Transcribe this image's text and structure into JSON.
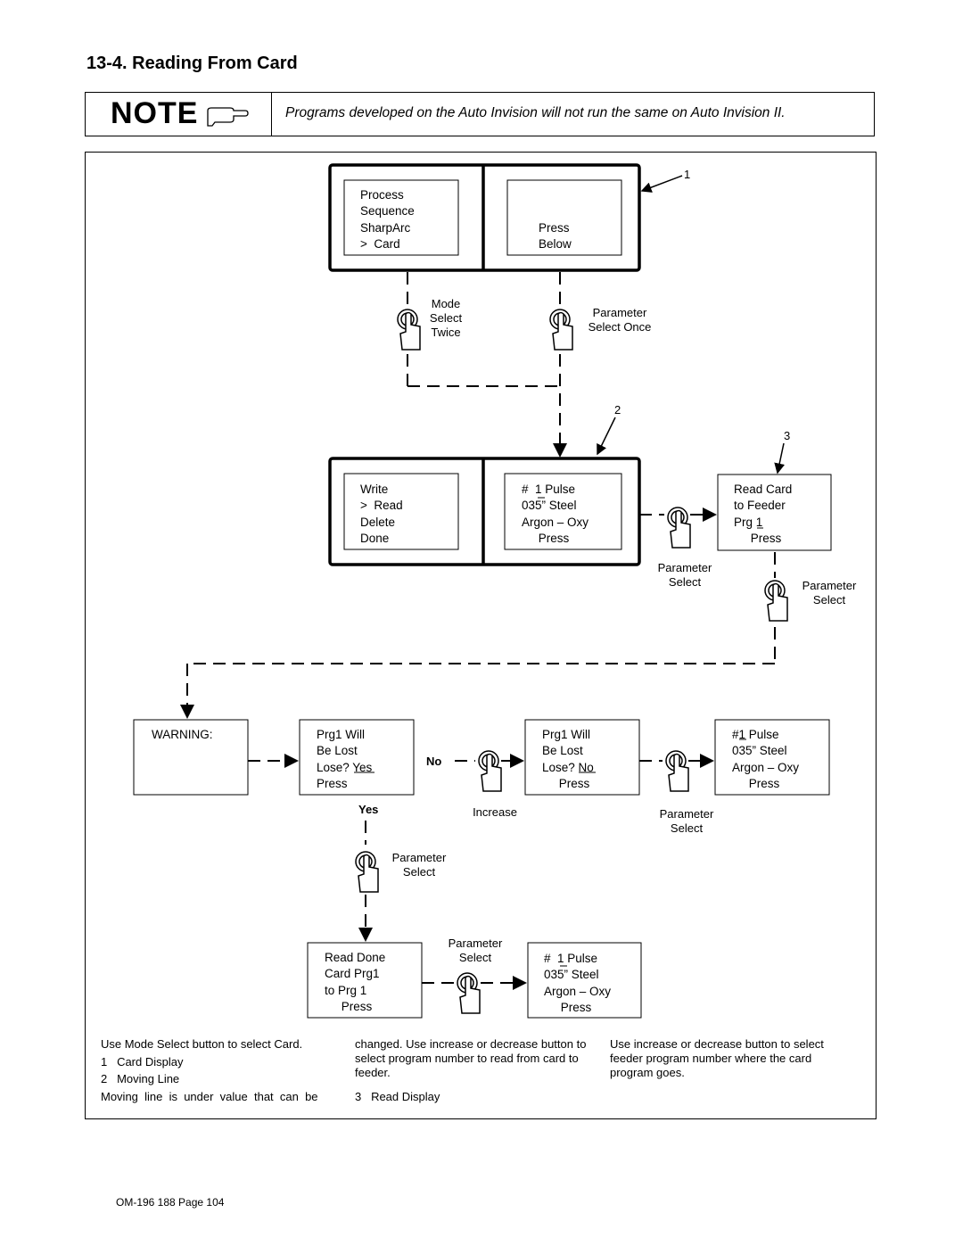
{
  "section_title": "13-4. Reading From Card",
  "note": {
    "label": "NOTE",
    "icon": "pointing-hand-icon",
    "text": "Programs developed on the Auto Invision will not run the same on Auto Invision II."
  },
  "callouts": {
    "c1": "1",
    "c2": "2",
    "c3": "3"
  },
  "screens": {
    "s1_left": "Process\nSequence\nSharpArc\n>  Card",
    "s1_right": "\n\nPress\nBelow",
    "s2_left": "Write\n>  Read\nDelete\nDone",
    "s2_right": "#  1 Pulse\n035” Steel\nArgon – Oxy\n     Press",
    "s3": "Read Card\nto Feeder\nPrg 1\n     Press",
    "s4": "WARNING:",
    "s5": "Prg1 Will\nBe Lost\nLose? Yes\nPress",
    "s6": "Prg1 Will\nBe Lost\nLose? No\n     Press",
    "s7": "#1 Pulse\n035” Steel\nArgon – Oxy\n     Press",
    "s8": "Read Done\nCard Prg1\nto Prg 1\n     Press",
    "s9": "#  1 Pulse\n035” Steel\nArgon – Oxy\n     Press"
  },
  "labels": {
    "mode_select": "Mode\nSelect\nTwice",
    "param_select_once": "Parameter\nSelect Once",
    "param_select_a": "Parameter\nSelect",
    "param_select_b": "Parameter\nSelect",
    "no": "No",
    "yes": "Yes",
    "increase": "Increase",
    "param_select_c": "Parameter\nSelect",
    "param_select_d": "Parameter\nSelect",
    "param_select_e": "Parameter\nSelect"
  },
  "captions": {
    "col1_line1": "Use Mode Select button to select Card.",
    "col1_item1": "1   Card Display",
    "col1_item2": "2   Moving Line",
    "col1_line4": "Moving  line  is  under  value  that  can  be",
    "col2_text": "changed. Use increase or decrease button to select program number to read from card to feeder.",
    "col2_item3": "3   Read Display",
    "col3_text": "Use increase or decrease button to select feeder program number where the card program goes."
  },
  "footer": "OM-196 188 Page 104"
}
